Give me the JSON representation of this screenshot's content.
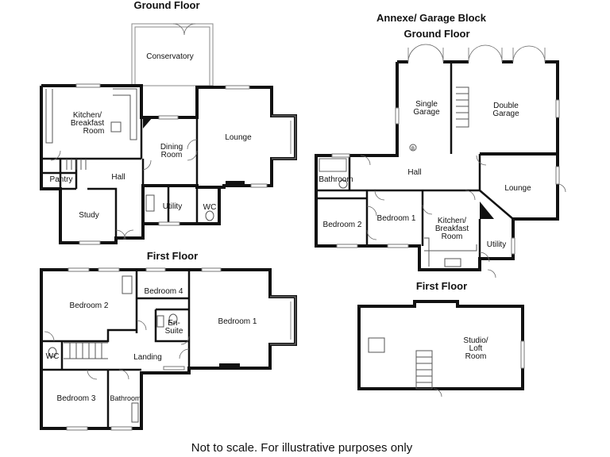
{
  "headings": {
    "ground_floor": "Ground Floor",
    "annexe_title": "Annexe/ Garage Block",
    "annexe_ground_floor": "Ground Floor",
    "first_floor": "First Floor",
    "annexe_first_floor": "First Floor"
  },
  "house_ground_rooms": {
    "conservatory": "Conservatory",
    "kitchen": [
      "Kitchen/",
      "Breakfast",
      "Room"
    ],
    "dining": [
      "Dining",
      "Room"
    ],
    "lounge": "Lounge",
    "pantry": "Pantry",
    "hall": "Hall",
    "study": "Study",
    "utility": "Utility",
    "wc": "WC"
  },
  "house_first_rooms": {
    "bedroom2": "Bedroom 2",
    "bedroom4": "Bedroom 4",
    "ensuite": [
      "En-",
      "Suite"
    ],
    "bedroom1": "Bedroom 1",
    "wc": "WC",
    "landing": "Landing",
    "bedroom3": "Bedroom 3",
    "bathroom": "Bathroom"
  },
  "annexe_ground_rooms": {
    "single_garage": [
      "Single",
      "Garage"
    ],
    "double_garage": [
      "Double",
      "Garage"
    ],
    "boiler": "B",
    "hall": "Hall",
    "bathroom": "Bathroom",
    "lounge": "Lounge",
    "bedroom2": "Bedroom 2",
    "bedroom1": "Bedroom 1",
    "kitchen": [
      "Kitchen/",
      "Breakfast",
      "Room"
    ],
    "utility": "Utility"
  },
  "annexe_first_rooms": {
    "studio": [
      "Studio/",
      "Loft",
      "Room"
    ]
  },
  "footer": {
    "disclaimer": "Not to scale. For illustrative purposes only"
  }
}
